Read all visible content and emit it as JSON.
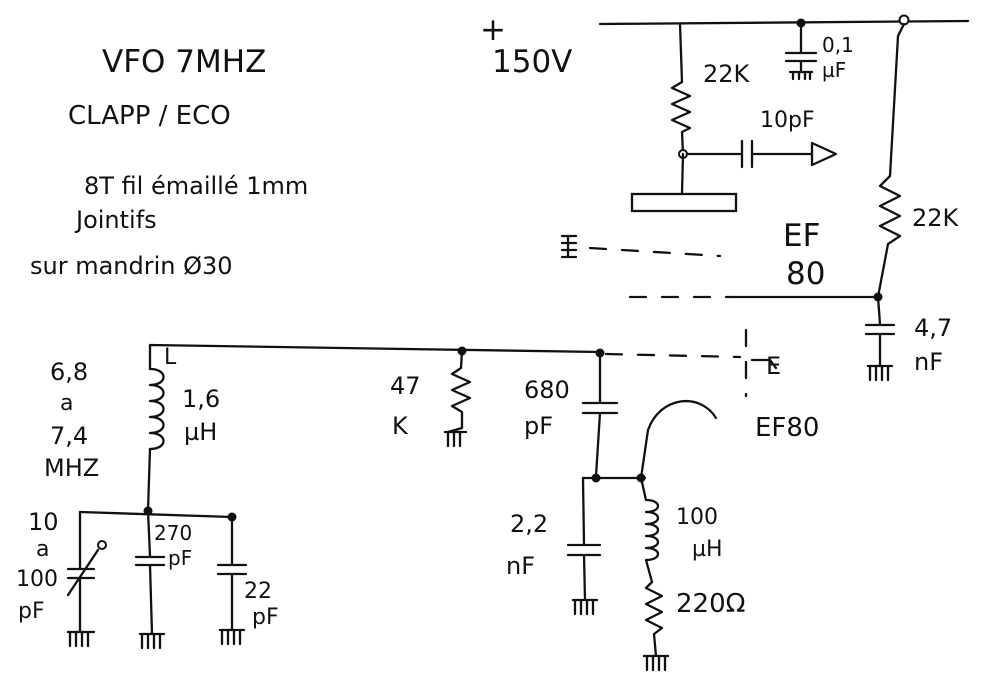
{
  "notes": {
    "title": "VFO 7MHZ",
    "subtitle": "CLAPP / ECO",
    "coil_line1": "8T fil émaillé 1mm",
    "coil_line2": "Jointifs",
    "coil_line3": "sur mandrin Ø30"
  },
  "supply": {
    "plus": "+",
    "voltage": "150V"
  },
  "components": {
    "r_22k_top": "22K",
    "c_decoup_value": "0,1",
    "c_decoup_unit": "µF",
    "c_out_value": "10pF",
    "tube1_line1": "EF",
    "tube1_line2": "80",
    "r_22k_right": "22K",
    "c_4n7_value": "4,7",
    "c_4n7_unit": "nF",
    "coil_ref": "L",
    "coil_value": "1,6",
    "coil_unit": "µH",
    "freq_1": "6,8",
    "freq_2": "a",
    "freq_3": "7,4",
    "freq_4": "MHZ",
    "r_47k_value": "47",
    "r_47k_unit": "K",
    "c_680_value": "680",
    "c_680_unit": "pF",
    "tube2_name": "EF80",
    "tube2_pin": "E",
    "c_2n2_value": "2,2",
    "c_2n2_unit": "nF",
    "l_100_value": "100",
    "l_100_unit": "µH",
    "r_220_value": "220Ω",
    "cv_1": "10",
    "cv_2": "a",
    "cv_3": "100",
    "cv_4": "pF",
    "c_270_value": "270",
    "c_270_unit": "pF",
    "c_22_value": "22",
    "c_22_unit": "pF"
  }
}
